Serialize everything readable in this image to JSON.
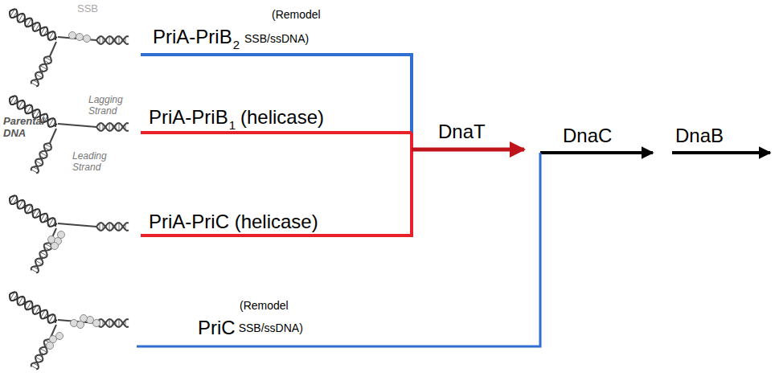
{
  "diagram": {
    "labels": [
      "SSB",
      "Lagging Strand",
      "Parental DNA",
      "Leading Strand",
      "PriA-PriB",
      "2",
      "(Remodel",
      "SSB/ssDNA)",
      "PriA-PriB",
      "1",
      "(helicase)",
      "PriA-PriC (helicase)",
      "DnaT",
      "DnaC",
      "DnaB",
      "(Remodel",
      "PriC",
      "SSB/ssDNA)"
    ]
  }
}
